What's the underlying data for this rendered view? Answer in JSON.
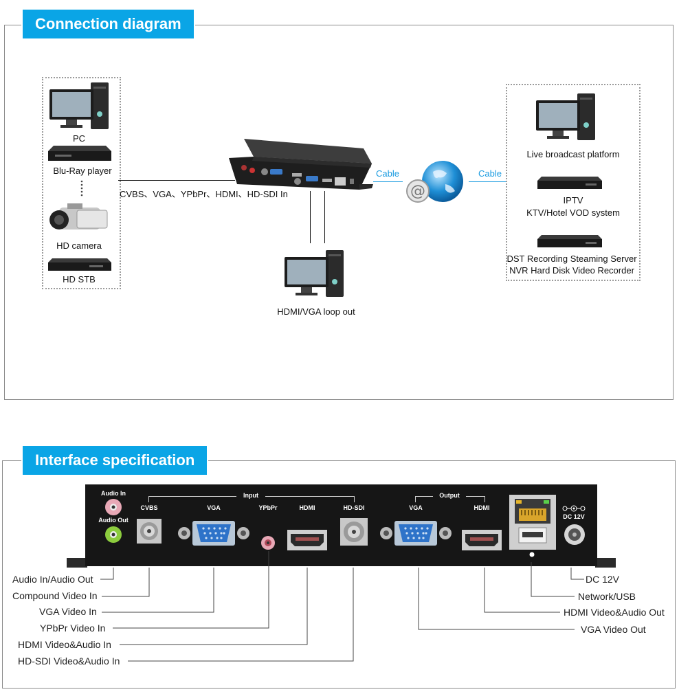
{
  "section1": {
    "title": "Connection diagram",
    "sources": [
      "PC",
      "Blu-Ray player",
      "HD camera",
      "HD STB"
    ],
    "inputs_label": "CVBS、VGA、YPbPr、HDMI、HD-SDI  In",
    "cable_left": "Cable",
    "cable_right": "Cable",
    "loop_out_label": "HDMI/VGA loop out",
    "targets": [
      "Live broadcast platform",
      "IPTV",
      "KTV/Hotel VOD system",
      "DST Recording Steaming Server",
      "NVR Hard Disk Video Recorder"
    ]
  },
  "section2": {
    "title": "Interface specification",
    "device": {
      "audio_in": "Audio In",
      "audio_out": "Audio Out",
      "input_group": "Input",
      "output_group": "Output",
      "ports_in": [
        "CVBS",
        "VGA",
        "YPbPr",
        "HDMI",
        "HD-SDI"
      ],
      "ports_out": [
        "VGA",
        "HDMI"
      ],
      "dc": "DC 12V"
    },
    "left_labels": [
      "Audio In/Audio Out",
      "Compound Video In",
      "VGA Video In",
      "YPbPr Video In",
      "HDMI Video&Audio In",
      "HD-SDI Video&Audio In"
    ],
    "right_labels": [
      "DC 12V",
      "Network/USB",
      "HDMI Video&Audio Out",
      "VGA Video Out"
    ]
  },
  "colors": {
    "banner": "#0aa5e6",
    "cable": "#1a9be0"
  }
}
